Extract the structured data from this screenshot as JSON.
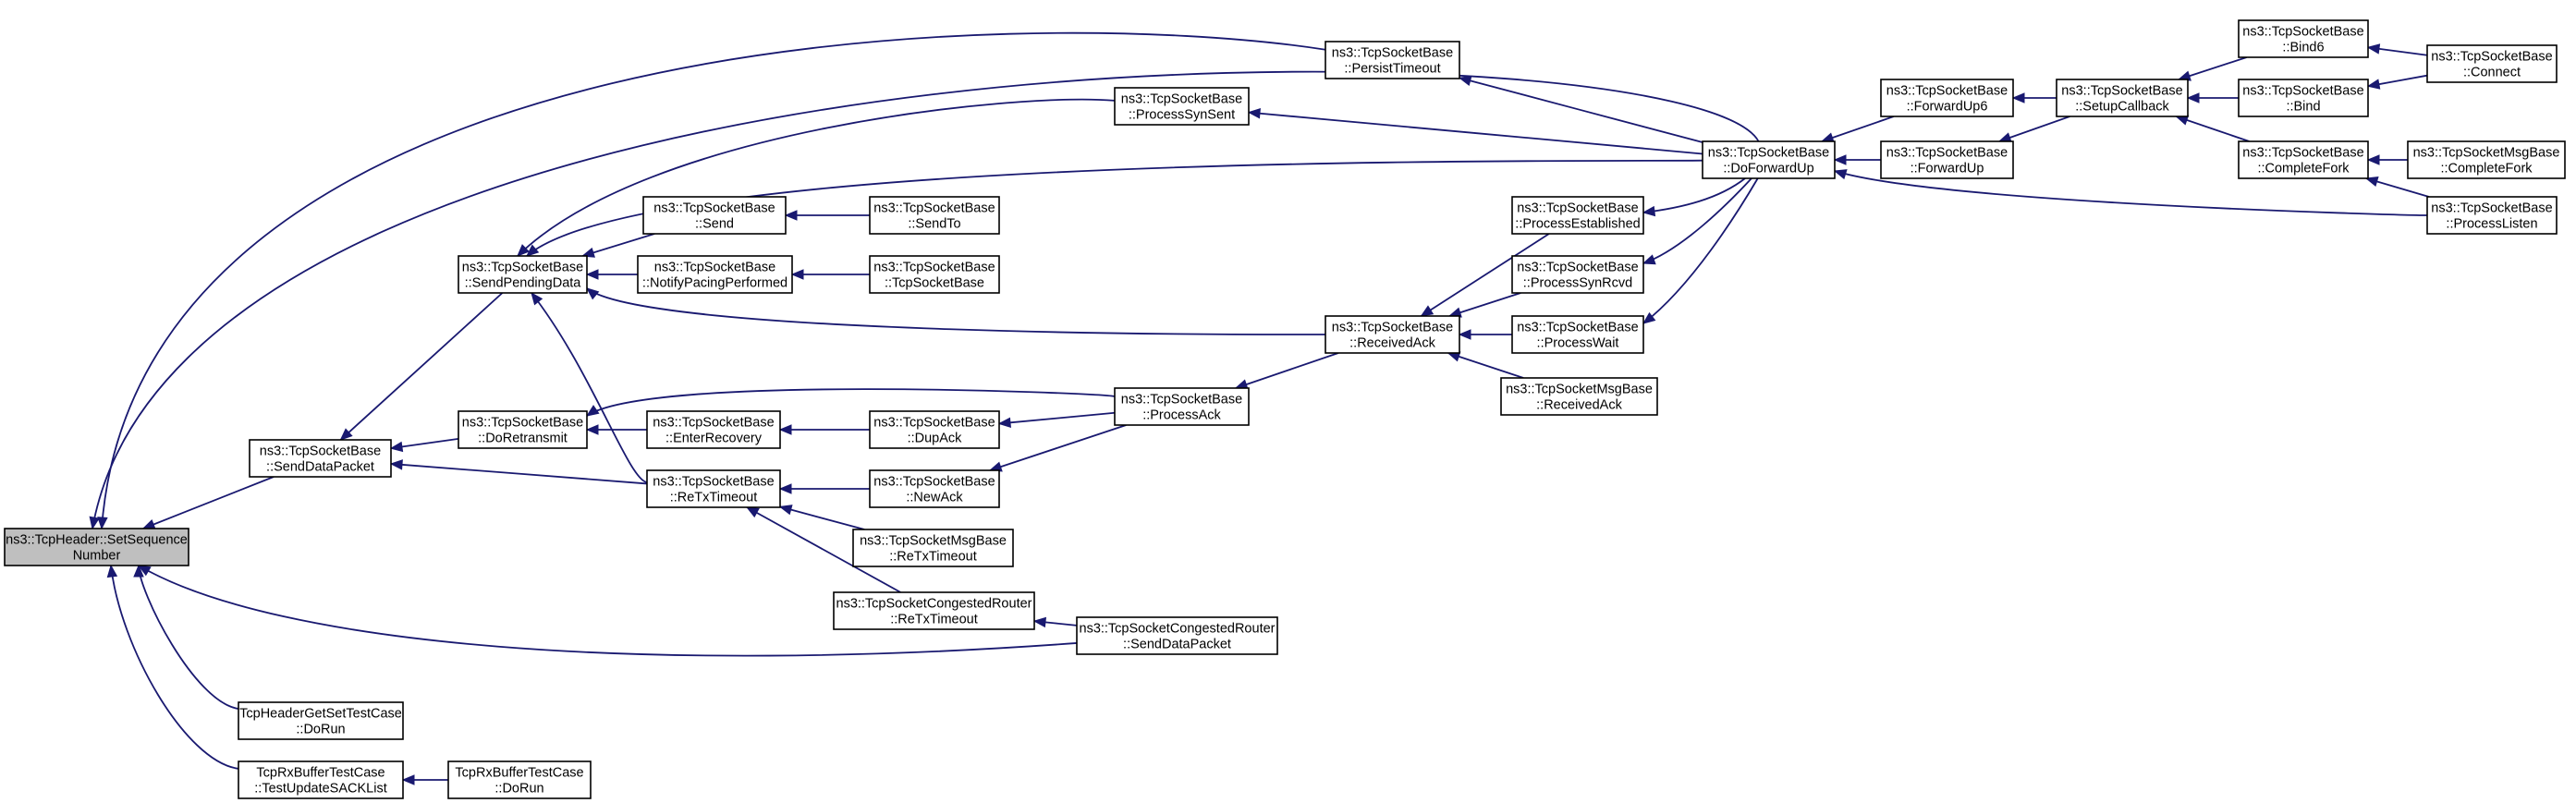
{
  "nodes": [
    {
      "id": "root",
      "lines": [
        "ns3::TcpHeader::SetSequence",
        "Number"
      ],
      "root": true
    },
    {
      "id": "sdp",
      "lines": [
        "ns3::TcpSocketBase",
        "::SendDataPacket"
      ]
    },
    {
      "id": "hdr_dorun",
      "lines": [
        "TcpHeaderGetSetTestCase",
        "::DoRun"
      ]
    },
    {
      "id": "rxb_sack",
      "lines": [
        "TcpRxBufferTestCase",
        "::TestUpdateSACKList"
      ]
    },
    {
      "id": "rxb_dorun",
      "lines": [
        "TcpRxBufferTestCase",
        "::DoRun"
      ]
    },
    {
      "id": "spd",
      "lines": [
        "ns3::TcpSocketBase",
        "::SendPendingData"
      ]
    },
    {
      "id": "doretx",
      "lines": [
        "ns3::TcpSocketBase",
        "::DoRetransmit"
      ]
    },
    {
      "id": "send",
      "lines": [
        "ns3::TcpSocketBase",
        "::Send"
      ]
    },
    {
      "id": "notify",
      "lines": [
        "ns3::TcpSocketBase",
        "::NotifyPacingPerformed"
      ]
    },
    {
      "id": "enterrec",
      "lines": [
        "ns3::TcpSocketBase",
        "::EnterRecovery"
      ]
    },
    {
      "id": "retx",
      "lines": [
        "ns3::TcpSocketBase",
        "::ReTxTimeout"
      ]
    },
    {
      "id": "sendto",
      "lines": [
        "ns3::TcpSocketBase",
        "::SendTo"
      ]
    },
    {
      "id": "ctor",
      "lines": [
        "ns3::TcpSocketBase",
        "::TcpSocketBase"
      ]
    },
    {
      "id": "dupack",
      "lines": [
        "ns3::TcpSocketBase",
        "::DupAck"
      ]
    },
    {
      "id": "newack",
      "lines": [
        "ns3::TcpSocketBase",
        "::NewAck"
      ]
    },
    {
      "id": "msg_retx",
      "lines": [
        "ns3::TcpSocketMsgBase",
        "::ReTxTimeout"
      ]
    },
    {
      "id": "cong_retx",
      "lines": [
        "ns3::TcpSocketCongestedRouter",
        "::ReTxTimeout"
      ]
    },
    {
      "id": "procsynsent",
      "lines": [
        "ns3::TcpSocketBase",
        "::ProcessSynSent"
      ]
    },
    {
      "id": "procack",
      "lines": [
        "ns3::TcpSocketBase",
        "::ProcessAck"
      ]
    },
    {
      "id": "cong_sdp",
      "lines": [
        "ns3::TcpSocketCongestedRouter",
        "::SendDataPacket"
      ]
    },
    {
      "id": "persist",
      "lines": [
        "ns3::TcpSocketBase",
        "::PersistTimeout"
      ]
    },
    {
      "id": "recvack",
      "lines": [
        "ns3::TcpSocketBase",
        "::ReceivedAck"
      ]
    },
    {
      "id": "procest",
      "lines": [
        "ns3::TcpSocketBase",
        "::ProcessEstablished"
      ]
    },
    {
      "id": "procsynrcvd",
      "lines": [
        "ns3::TcpSocketBase",
        "::ProcessSynRcvd"
      ]
    },
    {
      "id": "procwait",
      "lines": [
        "ns3::TcpSocketBase",
        "::ProcessWait"
      ]
    },
    {
      "id": "msg_recvack",
      "lines": [
        "ns3::TcpSocketMsgBase",
        "::ReceivedAck"
      ]
    },
    {
      "id": "dofwd",
      "lines": [
        "ns3::TcpSocketBase",
        "::DoForwardUp"
      ]
    },
    {
      "id": "fwd6",
      "lines": [
        "ns3::TcpSocketBase",
        "::ForwardUp6"
      ]
    },
    {
      "id": "fwd",
      "lines": [
        "ns3::TcpSocketBase",
        "::ForwardUp"
      ]
    },
    {
      "id": "setupcb",
      "lines": [
        "ns3::TcpSocketBase",
        "::SetupCallback"
      ]
    },
    {
      "id": "bind6",
      "lines": [
        "ns3::TcpSocketBase",
        "::Bind6"
      ]
    },
    {
      "id": "bind",
      "lines": [
        "ns3::TcpSocketBase",
        "::Bind"
      ]
    },
    {
      "id": "compfork",
      "lines": [
        "ns3::TcpSocketBase",
        "::CompleteFork"
      ]
    },
    {
      "id": "connect",
      "lines": [
        "ns3::TcpSocketBase",
        "::Connect"
      ]
    },
    {
      "id": "msg_compfork",
      "lines": [
        "ns3::TcpSocketMsgBase",
        "::CompleteFork"
      ]
    },
    {
      "id": "proclisten",
      "lines": [
        "ns3::TcpSocketBase",
        "::ProcessListen"
      ]
    }
  ],
  "edges": [
    {
      "from": "sdp",
      "to": "root"
    },
    {
      "from": "hdr_dorun",
      "to": "root"
    },
    {
      "from": "rxb_sack",
      "to": "root"
    },
    {
      "from": "persist",
      "to": "root"
    },
    {
      "from": "dofwd",
      "to": "root"
    },
    {
      "from": "cong_sdp",
      "to": "root"
    },
    {
      "from": "rxb_dorun",
      "to": "rxb_sack"
    },
    {
      "from": "spd",
      "to": "sdp"
    },
    {
      "from": "doretx",
      "to": "sdp"
    },
    {
      "from": "retx",
      "to": "sdp"
    },
    {
      "from": "send",
      "to": "spd"
    },
    {
      "from": "notify",
      "to": "spd"
    },
    {
      "from": "retx",
      "to": "spd"
    },
    {
      "from": "procsynsent",
      "to": "spd"
    },
    {
      "from": "dofwd",
      "to": "spd"
    },
    {
      "from": "recvack",
      "to": "spd"
    },
    {
      "from": "enterrec",
      "to": "doretx"
    },
    {
      "from": "procack",
      "to": "doretx"
    },
    {
      "from": "newack",
      "to": "retx"
    },
    {
      "from": "msg_retx",
      "to": "retx"
    },
    {
      "from": "cong_retx",
      "to": "retx"
    },
    {
      "from": "sendto",
      "to": "send"
    },
    {
      "from": "ctor",
      "to": "notify"
    },
    {
      "from": "dupack",
      "to": "enterrec"
    },
    {
      "from": "procack",
      "to": "dupack"
    },
    {
      "from": "procack",
      "to": "newack"
    },
    {
      "from": "cong_sdp",
      "to": "cong_retx"
    },
    {
      "from": "recvack",
      "to": "procack"
    },
    {
      "from": "dofwd",
      "to": "procsynsent"
    },
    {
      "from": "dofwd",
      "to": "persist"
    },
    {
      "from": "procest",
      "to": "recvack"
    },
    {
      "from": "procsynrcvd",
      "to": "recvack"
    },
    {
      "from": "procwait",
      "to": "recvack"
    },
    {
      "from": "msg_recvack",
      "to": "recvack"
    },
    {
      "from": "dofwd",
      "to": "procest"
    },
    {
      "from": "dofwd",
      "to": "procsynrcvd"
    },
    {
      "from": "dofwd",
      "to": "procwait"
    },
    {
      "from": "fwd6",
      "to": "dofwd"
    },
    {
      "from": "fwd",
      "to": "dofwd"
    },
    {
      "from": "proclisten",
      "to": "dofwd"
    },
    {
      "from": "setupcb",
      "to": "fwd6"
    },
    {
      "from": "setupcb",
      "to": "fwd"
    },
    {
      "from": "bind6",
      "to": "setupcb"
    },
    {
      "from": "bind",
      "to": "setupcb"
    },
    {
      "from": "compfork",
      "to": "setupcb"
    },
    {
      "from": "connect",
      "to": "bind6"
    },
    {
      "from": "connect",
      "to": "bind"
    },
    {
      "from": "msg_compfork",
      "to": "compfork"
    },
    {
      "from": "proclisten",
      "to": "compfork"
    }
  ],
  "colors": {
    "edge": "#191970",
    "root_fill": "#bfbfbf",
    "node_fill": "#ffffff",
    "border": "#000000"
  }
}
